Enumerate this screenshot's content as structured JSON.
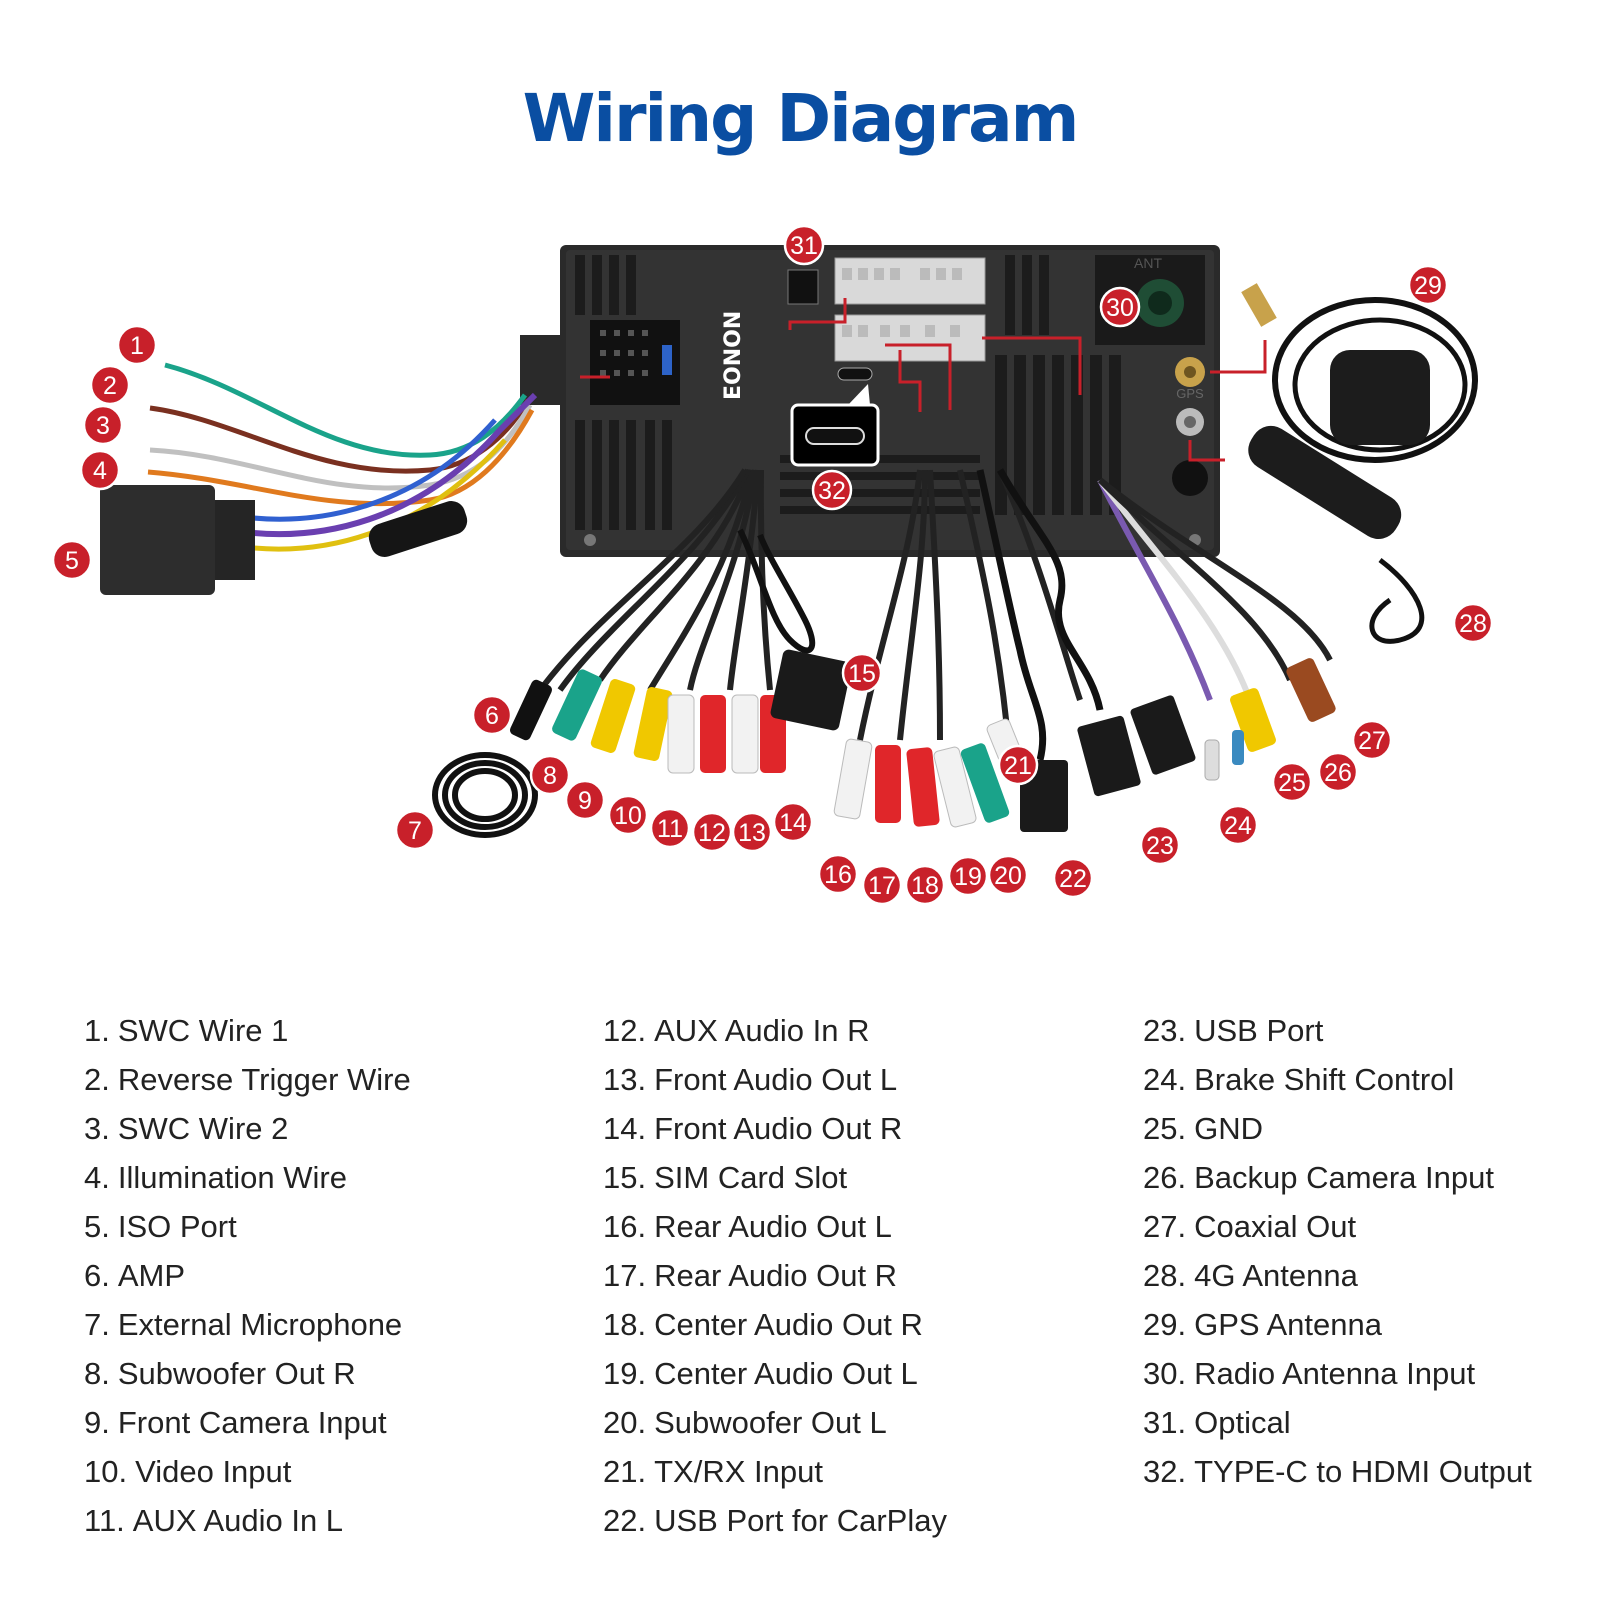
{
  "title": "Wiring Diagram",
  "unit": {
    "brand_text": "EONON",
    "antenna_label": "ANT",
    "gps_label": "GPS"
  },
  "callouts": [
    "1",
    "2",
    "3",
    "4",
    "5",
    "6",
    "7",
    "8",
    "9",
    "10",
    "11",
    "12",
    "13",
    "14",
    "15",
    "16",
    "17",
    "18",
    "19",
    "20",
    "21",
    "22",
    "23",
    "24",
    "25",
    "26",
    "27",
    "28",
    "29",
    "30",
    "31",
    "32"
  ],
  "legend": {
    "col1": [
      {
        "num": "1.",
        "label": "SWC Wire 1"
      },
      {
        "num": "2.",
        "label": "Reverse Trigger Wire"
      },
      {
        "num": "3.",
        "label": "SWC Wire 2"
      },
      {
        "num": "4.",
        "label": "Illumination Wire"
      },
      {
        "num": "5.",
        "label": "ISO Port"
      },
      {
        "num": "6.",
        "label": "AMP"
      },
      {
        "num": "7.",
        "label": "External Microphone"
      },
      {
        "num": "8.",
        "label": "Subwoofer Out R"
      },
      {
        "num": "9.",
        "label": "Front Camera Input"
      },
      {
        "num": "10.",
        "label": "Video Input"
      },
      {
        "num": "11.",
        "label": "AUX Audio In L"
      }
    ],
    "col2": [
      {
        "num": "12.",
        "label": "AUX Audio In R"
      },
      {
        "num": "13.",
        "label": "Front Audio Out L"
      },
      {
        "num": "14.",
        "label": "Front Audio Out R"
      },
      {
        "num": "15.",
        "label": "SIM Card Slot"
      },
      {
        "num": "16.",
        "label": "Rear Audio Out L"
      },
      {
        "num": "17.",
        "label": "Rear Audio Out R"
      },
      {
        "num": "18.",
        "label": "Center Audio Out R"
      },
      {
        "num": "19.",
        "label": "Center Audio Out L"
      },
      {
        "num": "20.",
        "label": "Subwoofer Out L"
      },
      {
        "num": "21.",
        "label": "TX/RX Input"
      },
      {
        "num": "22.",
        "label": "USB Port for CarPlay"
      }
    ],
    "col3": [
      {
        "num": "23.",
        "label": "USB Port"
      },
      {
        "num": "24.",
        "label": "Brake Shift Control"
      },
      {
        "num": "25.",
        "label": "GND"
      },
      {
        "num": "26.",
        "label": "Backup Camera Input"
      },
      {
        "num": "27.",
        "label": "Coaxial Out"
      },
      {
        "num": "28.",
        "label": "4G Antenna"
      },
      {
        "num": "29.",
        "label": "GPS Antenna"
      },
      {
        "num": "30.",
        "label": "Radio Antenna Input"
      },
      {
        "num": "31.",
        "label": "Optical"
      },
      {
        "num": "32.",
        "label": "TYPE-C to HDMI Output"
      }
    ]
  },
  "colors": {
    "title": "#0a4ea2",
    "callout": "#c8202a",
    "unit_body": "#2a2a2a"
  }
}
